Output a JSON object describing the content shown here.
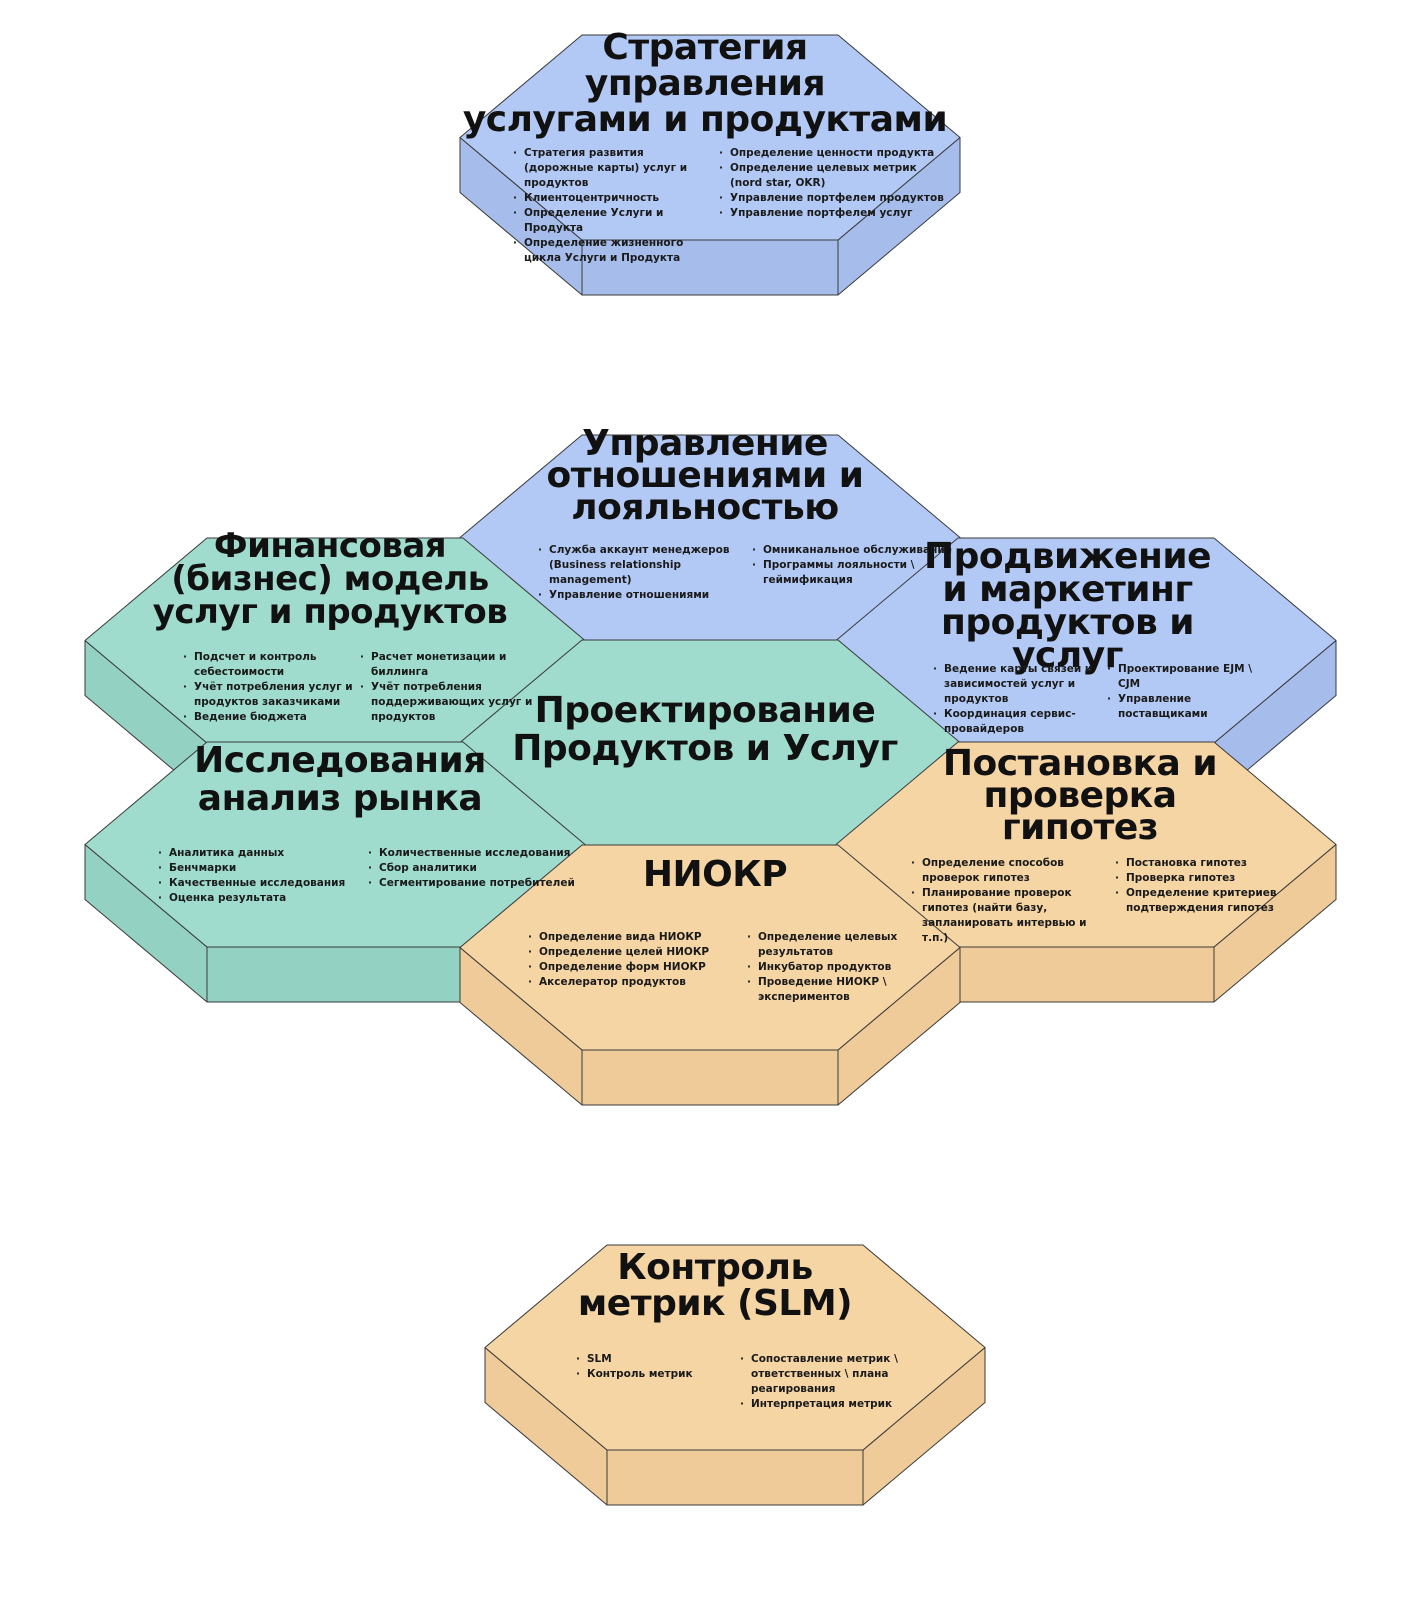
{
  "colors": {
    "blue": "#b3c9f5",
    "blue_side": "#a6bdec",
    "teal": "#9fdccd",
    "teal_side": "#93d1c2",
    "orange": "#f6d5a4",
    "orange_side": "#eecb98",
    "stroke": "#3a3a3a"
  },
  "hexes": [
    {
      "id": "strategy",
      "color": "blue",
      "title_lines": [
        "Стратегия",
        "управления",
        "услугами и продуктами"
      ],
      "columns": [
        [
          "Стратегия развития (дорожные карты) услуг и продуктов",
          "Клиентоцентричность",
          "Определение Услуги и Продукта",
          "Определение жизненного цикла Услуги и Продукта"
        ],
        [
          "Определение ценности продукта",
          "Определение целевых метрик (nord star, OKR)",
          "Управление портфелем продуктов",
          "Управление портфелем услуг"
        ]
      ]
    },
    {
      "id": "relations",
      "color": "blue",
      "title_lines": [
        "Управление",
        "отношениями и",
        "лояльностью"
      ],
      "columns": [
        [
          "Служба аккаунт менеджеров (Business relationship management)",
          "Управление отношениями"
        ],
        [
          "Омниканальное обслуживание",
          "Программы лояльности \\ геймификация"
        ]
      ]
    },
    {
      "id": "finance",
      "color": "teal",
      "title_lines": [
        "Финансовая",
        "(бизнес) модель",
        "услуг и продуктов"
      ],
      "columns": [
        [
          "Подсчет и контроль себестоимости",
          "Учёт потребления услуг и продуктов заказчиками",
          "Ведение бюджета"
        ],
        [
          "Расчет монетизации и биллинга",
          "Учёт потребления поддерживающих услуг и продуктов"
        ]
      ]
    },
    {
      "id": "marketing",
      "color": "blue",
      "title_lines": [
        "Продвижение",
        "и маркетинг",
        "продуктов и услуг"
      ],
      "columns": [
        [
          "Ведение карты связей и зависимостей услуг и продуктов",
          "Координация сервис-провайдеров"
        ],
        [
          "Проектирование EJM \\ CJM",
          "Управление поставщиками"
        ]
      ]
    },
    {
      "id": "design",
      "color": "teal",
      "title_lines": [
        "Проектирование",
        "Продуктов и Услуг"
      ],
      "columns": []
    },
    {
      "id": "research",
      "color": "teal",
      "title_lines": [
        "Исследования",
        "анализ рынка"
      ],
      "columns": [
        [
          "Аналитика данных",
          "Бенчмарки",
          "Качественные исследования",
          "Оценка результата"
        ],
        [
          "Количественные исследования",
          "Сбор аналитики",
          "Сегментирование потребителей"
        ]
      ]
    },
    {
      "id": "hypothesis",
      "color": "orange",
      "title_lines": [
        "Постановка и",
        "проверка",
        "гипотез"
      ],
      "columns": [
        [
          "Определение способов проверок гипотез",
          "Планирование проверок гипотез (найти базу, запланировать интервью и т.п.)"
        ],
        [
          "Постановка гипотез",
          "Проверка гипотез",
          "Определение критериев подтверждения гипотез"
        ]
      ]
    },
    {
      "id": "niokr",
      "color": "orange",
      "title_lines": [
        "НИОКР"
      ],
      "columns": [
        [
          "Определение вида НИОКР",
          "Определение целей НИОКР",
          "Определение форм НИОКР",
          "Акселератор продуктов"
        ],
        [
          "Определение целевых результатов",
          "Инкубатор продуктов",
          "Проведение НИОКР \\ экспериментов"
        ]
      ]
    },
    {
      "id": "slm",
      "color": "orange",
      "title_lines": [
        "Контроль",
        "метрик (SLM)"
      ],
      "columns": [
        [
          "SLM",
          "Контроль метрик"
        ],
        [
          "Сопоставление метрик \\ ответственных \\ плана реагирования",
          "Интерпретация метрик"
        ]
      ]
    }
  ]
}
